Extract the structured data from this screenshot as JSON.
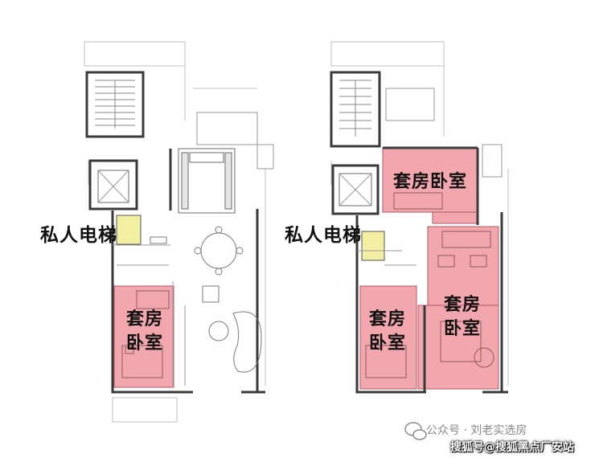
{
  "labels": {
    "left_elevator": "私人电梯",
    "left_suite_bedroom": "套房卧室",
    "right_elevator": "私人电梯",
    "right_upper_bedroom": "套房卧室",
    "right_lower_left_bedroom": "套房卧室",
    "right_master_bedroom": "套房卧室"
  },
  "watermark": {
    "account": "公众号 · 刘老实选房",
    "site": "搜狐号@搜狐黑点厂安站"
  },
  "colors": {
    "bedroom_highlight": "#f2a6ae",
    "elevator_highlight": "#f3f0a4",
    "wall": "#3a3a3a"
  },
  "icons": [
    "wechat-logo-icon"
  ]
}
